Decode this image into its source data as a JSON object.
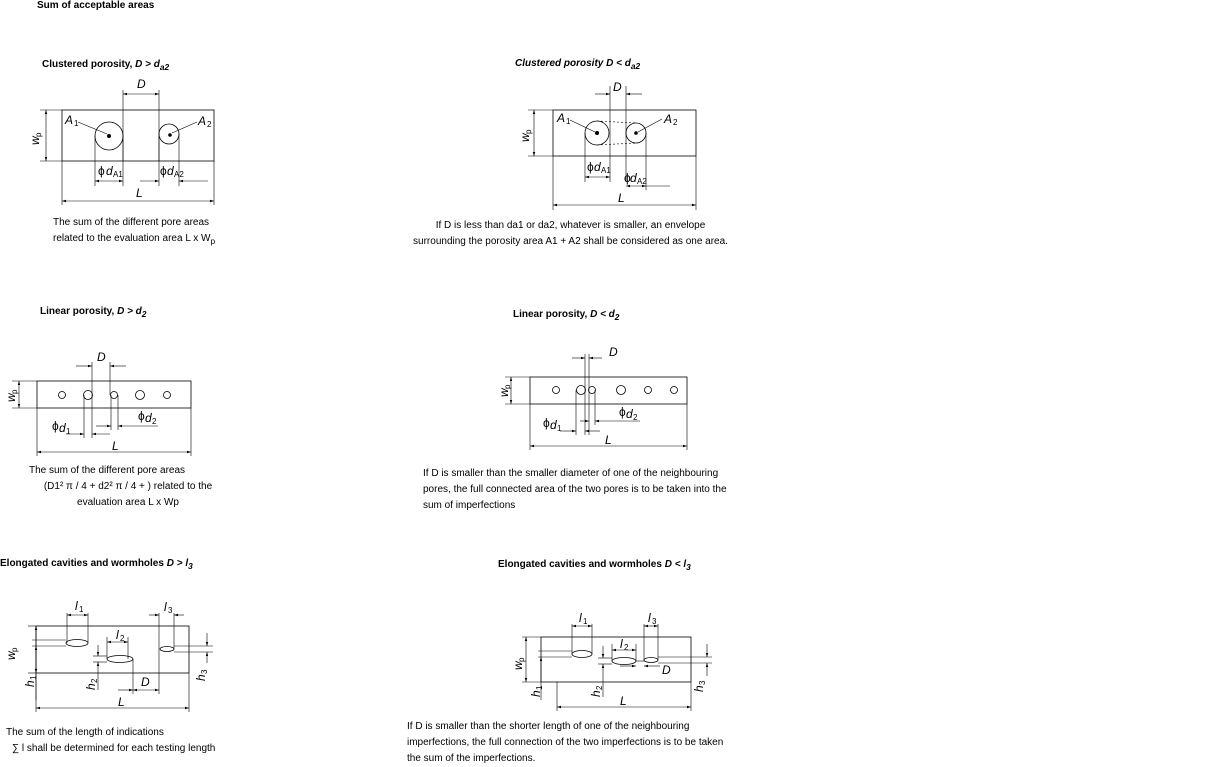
{
  "page_title": "Sum of acceptable areas",
  "sections": {
    "clustered_left": {
      "heading_pre": "Clustered porosity, ",
      "heading_cond": "D > d",
      "heading_sub": "a2",
      "caption_line1": "The sum of the different pore areas",
      "caption_line2": "related to the evaluation area L x W",
      "caption_sub": "p",
      "labels": {
        "D": "D",
        "A1": "A",
        "A2": "A",
        "sub1": "1",
        "sub2": "2",
        "wp": "w",
        "wp_sub": "p",
        "dA1": "d",
        "dA1_sub": "A1",
        "dA2": "d",
        "dA2_sub": "A2",
        "phi": "ϕ",
        "L": "L"
      }
    },
    "clustered_right": {
      "heading_pre": "Clustered porosity ",
      "heading_cond": "D < d",
      "heading_sub": "a2",
      "caption_line1": "If D is less than da1 or da2, whatever is smaller, an envelope",
      "caption_line2": "surrounding the porosity area A1 + A2 shall be considered as one area.",
      "labels": {
        "D": "D",
        "A1": "A",
        "A2": "A",
        "sub1": "1",
        "sub2": "2",
        "wp": "w",
        "wp_sub": "p",
        "dA1": "d",
        "dA1_sub": "A1",
        "dA2": "d",
        "dA2_sub": "A2",
        "phi": "ϕ",
        "L": "L"
      }
    },
    "linear_left": {
      "heading_pre": "Linear porosity, ",
      "heading_cond": "D > d",
      "heading_sub": "2",
      "caption_line1": "The sum of the different pore areas",
      "caption_line2": "(D1² π / 4 +  d2²  π / 4 +  ) related to the",
      "caption_line3": "evaluation area L x Wp",
      "labels": {
        "D": "D",
        "wp": "w",
        "wp_sub": "p",
        "d1": "d",
        "d1_sub": "1",
        "d2": "d",
        "d2_sub": "2",
        "phi": "ϕ",
        "L": "L"
      }
    },
    "linear_right": {
      "heading_pre": "Linear porosity, ",
      "heading_cond": "D < d",
      "heading_sub": "2",
      "caption_line1": "If D is smaller than the smaller diameter of one of the neighbouring",
      "caption_line2": "pores, the full connected area of the two pores is to be taken into the",
      "caption_line3": "sum of imperfections",
      "labels": {
        "D": "D",
        "wp": "w",
        "wp_sub": "p",
        "d1": "d",
        "d1_sub": "1",
        "d2": "d",
        "d2_sub": "2",
        "phi": "ϕ",
        "L": "L"
      }
    },
    "elongated_left": {
      "heading_pre": "Elongated cavities and wormholes ",
      "heading_cond": "D > l",
      "heading_sub": "3",
      "caption_line1": "The sum of the length of indications",
      "caption_line2": "∑ l shall be determined for each testing length",
      "labels": {
        "D": "D",
        "wp": "w",
        "wp_sub": "p",
        "l": "l",
        "h": "h",
        "n1": "1",
        "n2": "2",
        "n3": "3",
        "L": "L"
      }
    },
    "elongated_right": {
      "heading_pre": "Elongated cavities and wormholes ",
      "heading_cond": "D < l",
      "heading_sub": "3",
      "caption_line1": "If D is smaller than the shorter length of one of the neighbouring",
      "caption_line2": "imperfections, the full connection of the two imperfections is to be taken",
      "caption_line3": "the sum of the imperfections.",
      "labels": {
        "D": "D",
        "wp": "w",
        "wp_sub": "p",
        "l": "l",
        "h": "h",
        "n1": "1",
        "n2": "2",
        "n3": "3",
        "L": "L"
      }
    }
  }
}
